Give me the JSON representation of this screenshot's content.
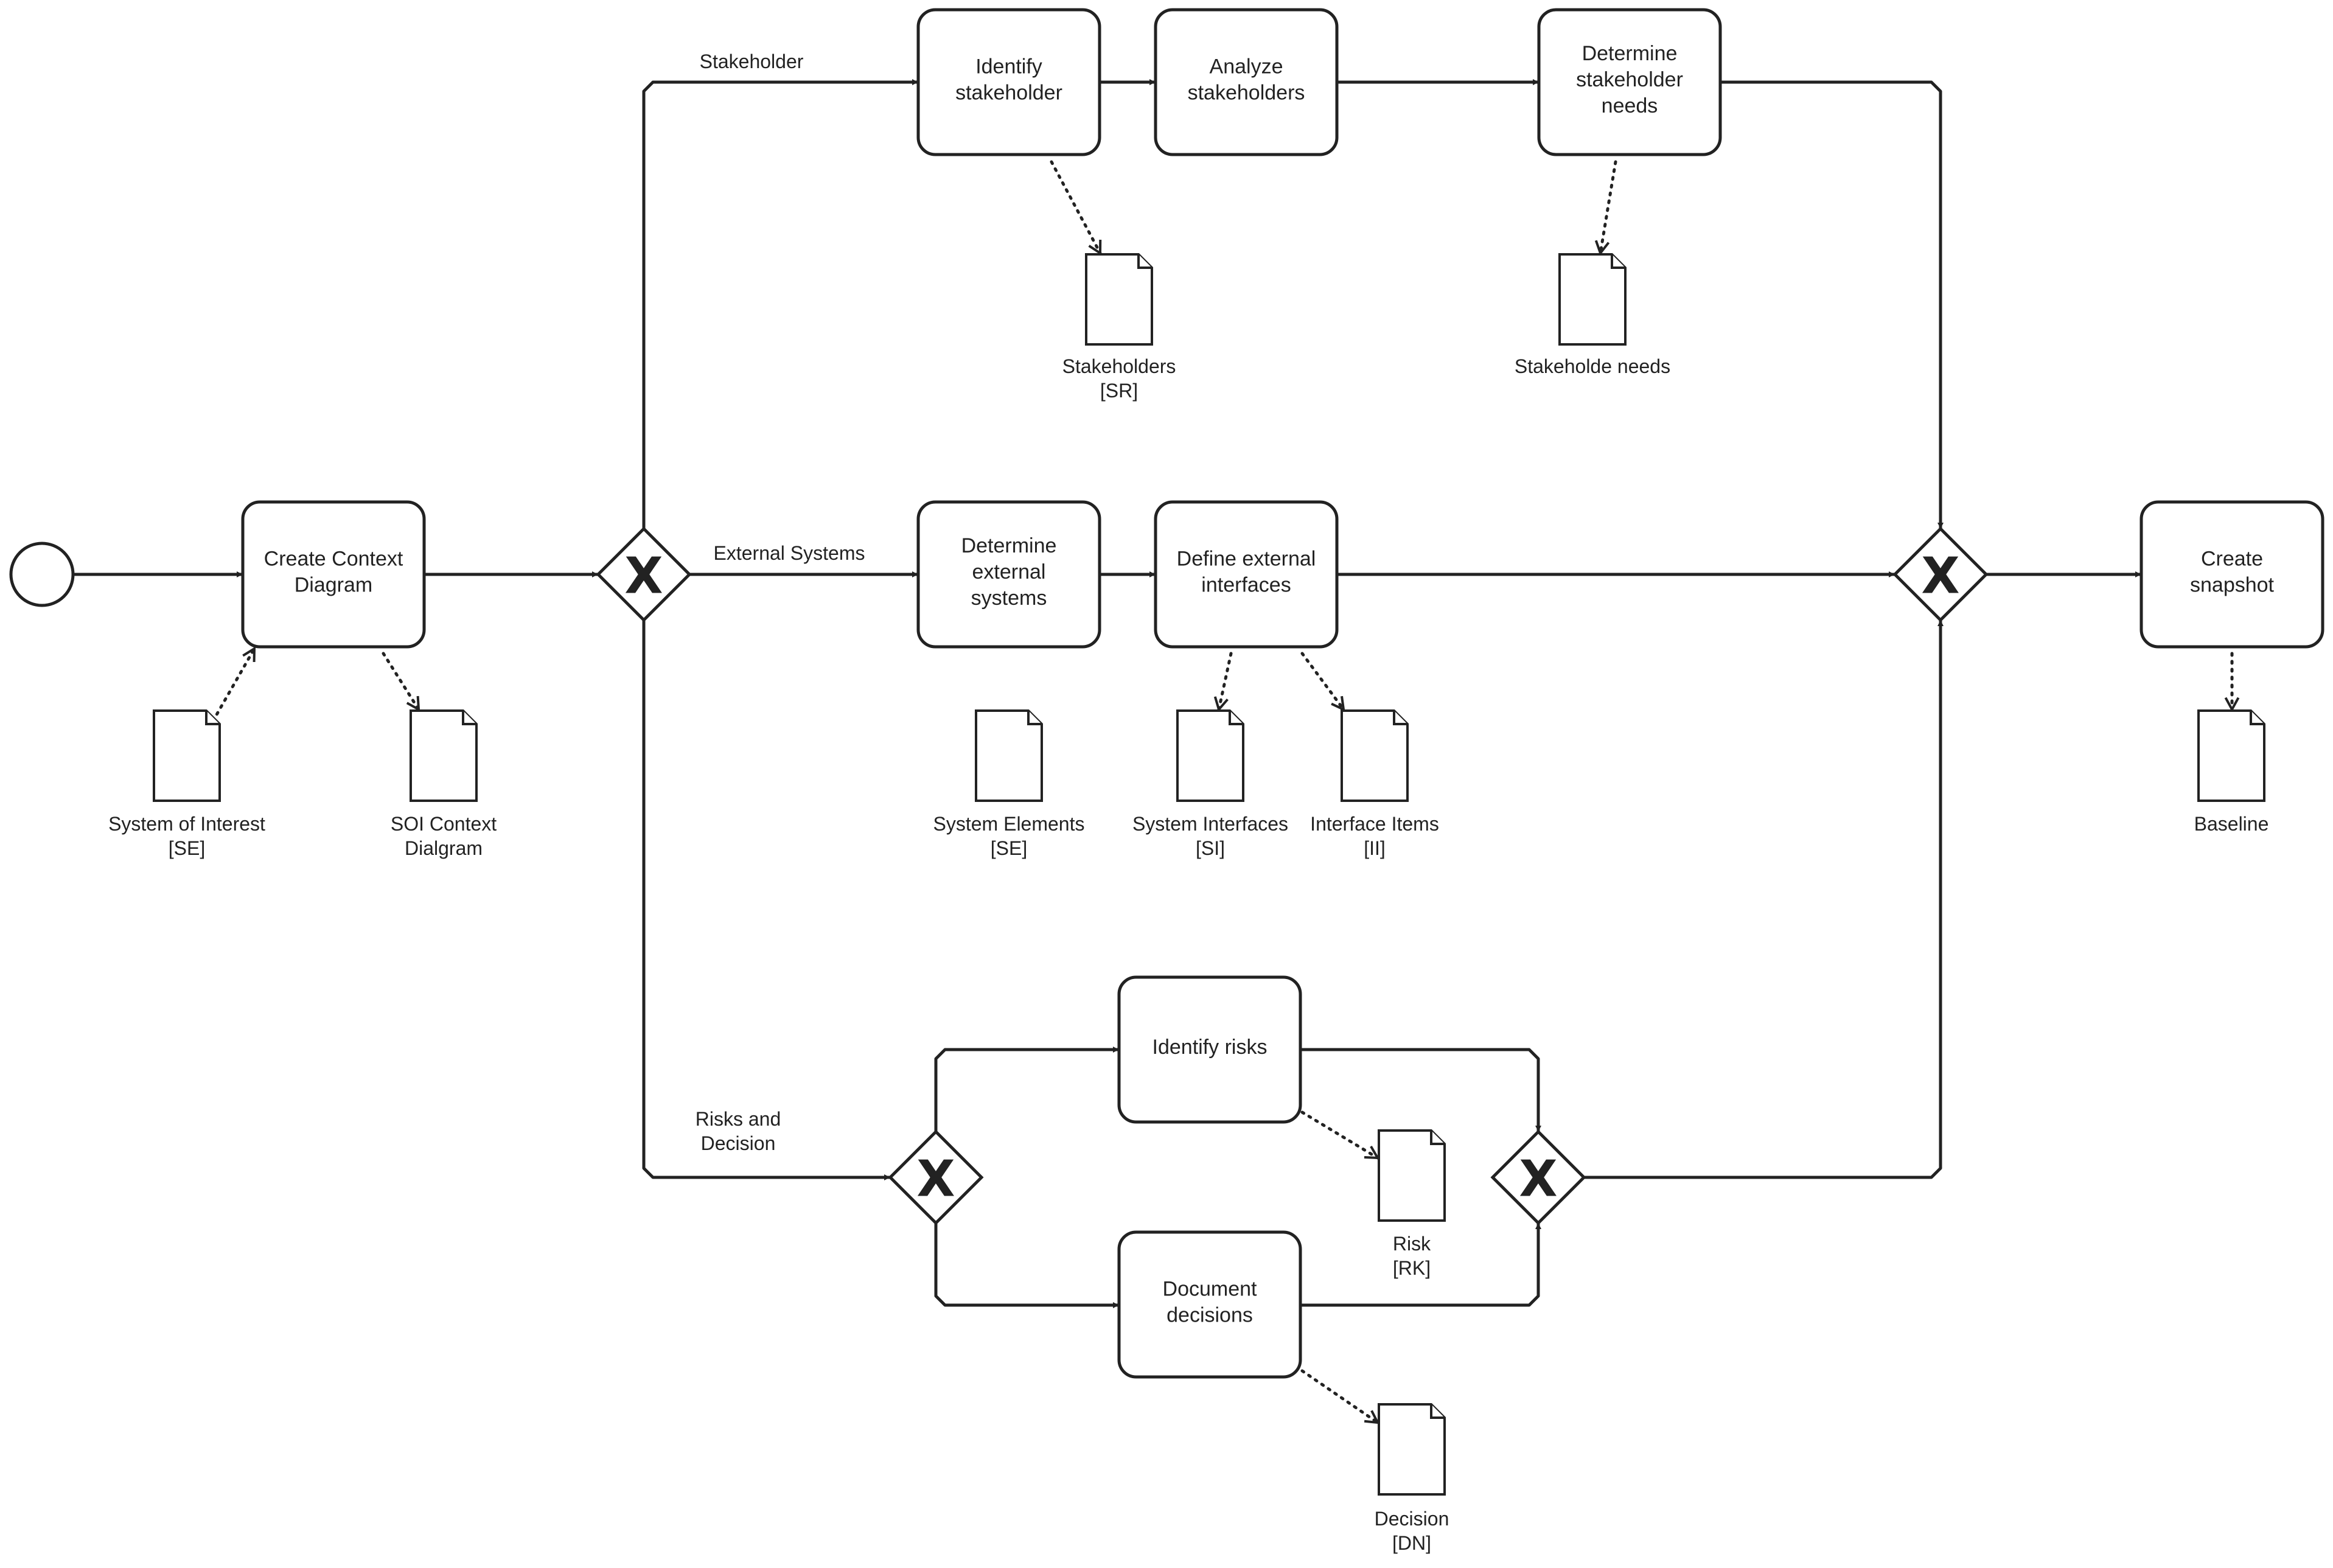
{
  "tasks": {
    "create_context_diagram": [
      "Create Context",
      "Diagram"
    ],
    "identify_stakeholder": [
      "Identify",
      "stakeholder"
    ],
    "analyze_stakeholders": [
      "Analyze",
      "stakeholders"
    ],
    "determine_stakeholder_needs": [
      "Determine",
      "stakeholder",
      "needs"
    ],
    "determine_external_systems": [
      "Determine",
      "external",
      "systems"
    ],
    "define_external_interfaces": [
      "Define external",
      "interfaces"
    ],
    "identify_risks": [
      "Identify risks"
    ],
    "document_decisions": [
      "Document",
      "decisions"
    ],
    "create_snapshot": [
      "Create",
      "snapshot"
    ]
  },
  "flows": {
    "stakeholder": [
      "Stakeholder"
    ],
    "external_systems": [
      "External Systems"
    ],
    "risks_and_decision": [
      "Risks and",
      "Decision"
    ]
  },
  "documents": {
    "system_of_interest": [
      "System of Interest",
      "[SE]"
    ],
    "soi_context": [
      "SOI Context",
      "Dialgram"
    ],
    "stakeholders": [
      "Stakeholders",
      "[SR]"
    ],
    "stakeholder_needs": [
      "Stakeholde needs"
    ],
    "system_elements": [
      "System Elements",
      "[SE]"
    ],
    "system_interfaces": [
      "System Interfaces",
      "[SI]"
    ],
    "interface_items": [
      "Interface Items",
      "[II]"
    ],
    "baseline": [
      "Baseline"
    ],
    "risk": [
      "Risk",
      "[RK]"
    ],
    "decision": [
      "Decision",
      "[DN]"
    ]
  },
  "gateway_symbol": "X",
  "icons": {
    "start_event": "circle-icon",
    "gateway": "exclusive-gateway-icon",
    "document": "document-icon"
  },
  "colors": {
    "stroke": "#222222",
    "background": "#ffffff"
  }
}
